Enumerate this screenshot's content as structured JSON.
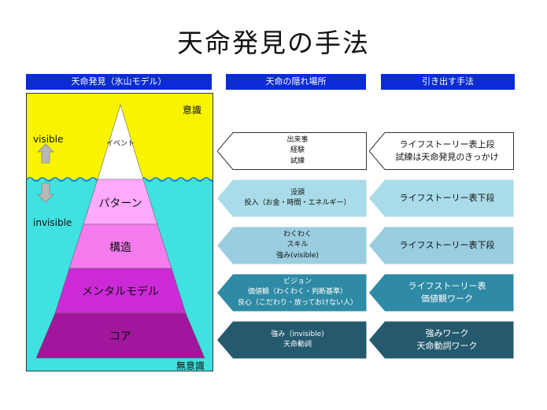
{
  "page_title": "天命発見の手法",
  "columns": {
    "col1": "天命発見（氷山モデル）",
    "col2": "天命の隠れ場所",
    "col3": "引き出す手法"
  },
  "iceberg": {
    "conscious_label": "意識",
    "unconscious_label": "無意識",
    "visible_label": "visible",
    "invisible_label": "invisible",
    "layers": {
      "event": "イベント",
      "pattern": "パターン",
      "structure": "構造",
      "mental_model": "メンタルモデル",
      "core": "コア"
    }
  },
  "hiding_places": [
    {
      "lines": [
        "出来事",
        "経験",
        "試練"
      ]
    },
    {
      "lines": [
        "没頭",
        "投入（お金・時間・エネルギー）"
      ]
    },
    {
      "lines": [
        "わくわく",
        "スキル",
        "強み(visible)"
      ]
    },
    {
      "lines": [
        "ビジョン",
        "価値観（わくわく・判断基準）",
        "良心（こだわり・放っておけない人）"
      ]
    },
    {
      "lines": [
        "強み（invisible)",
        "天命動詞"
      ]
    }
  ],
  "methods": [
    {
      "lines": [
        "ライフストーリー表上段",
        "試練は天命発見のきっかけ"
      ]
    },
    {
      "lines": [
        "ライフストーリー表下段"
      ]
    },
    {
      "lines": [
        "ライフストーリー表下段"
      ]
    },
    {
      "lines": [
        "ライフストーリー表",
        "価値観ワーク"
      ]
    },
    {
      "lines": [
        "強みワーク",
        "天命動詞ワーク"
      ]
    }
  ],
  "colors": {
    "header_blue": "#0a2bd6",
    "above_water": "#f8f400",
    "below_water": "#3fe2e0",
    "event_layer": "#ffffff",
    "pattern_layer": "#ffaaff",
    "structure_layer": "#f57bef",
    "mental_model_layer": "#cc2ad6",
    "core_layer": "#a0169c",
    "row1_box": "#ffffff",
    "row2_box": "#a9dce8",
    "row3_box": "#9acde0",
    "row4_box": "#2f8aa5",
    "row5_box": "#25596d"
  }
}
